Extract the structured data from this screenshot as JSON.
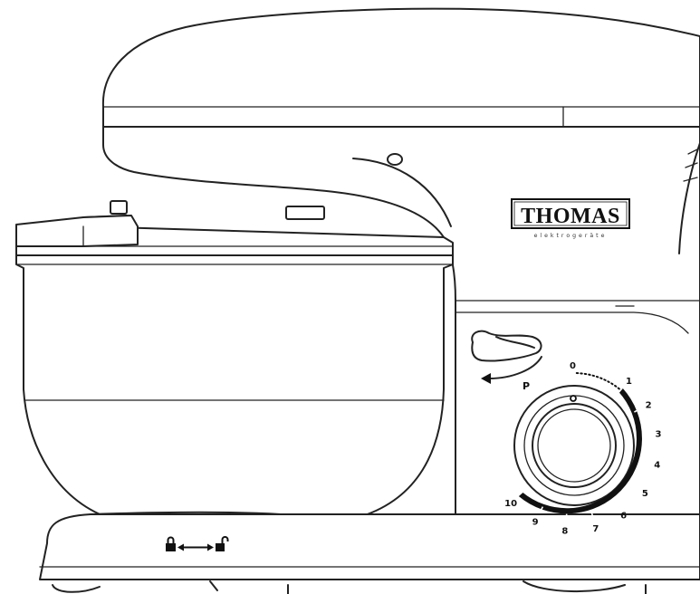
{
  "brand": {
    "name": "THOMAS",
    "subtitle": "elektrogeräte"
  },
  "speed_dial": {
    "pulse_label": "P",
    "zero_label": "0",
    "levels": [
      "1",
      "2",
      "3",
      "4",
      "5",
      "6",
      "7",
      "8",
      "9",
      "10"
    ]
  },
  "lock_indicator": {
    "locked_icon": "lock-closed-icon",
    "arrow_icon": "double-arrow-icon",
    "unlocked_icon": "lock-open-icon"
  },
  "tilt_lever": {
    "icon": "rotate-arrow-icon"
  }
}
